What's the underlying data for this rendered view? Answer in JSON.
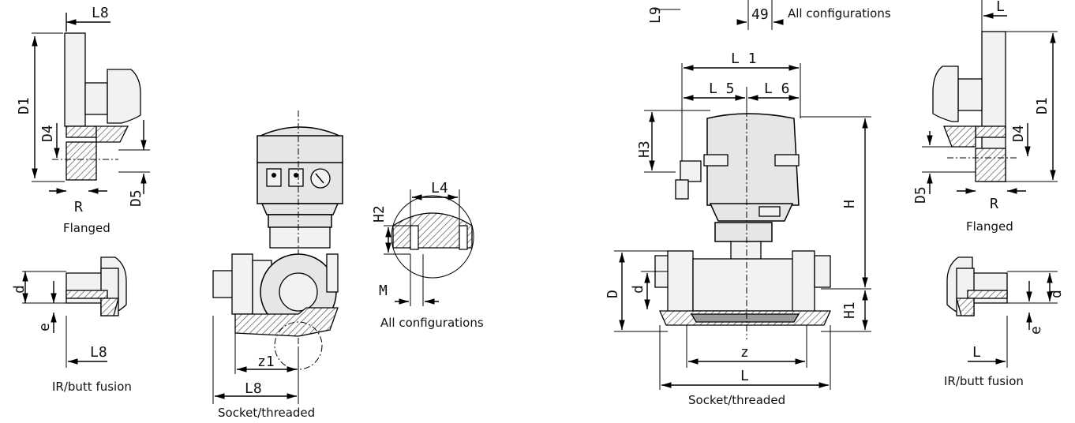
{
  "captions": {
    "flanged_left": "Flanged",
    "ir_butt_left": "IR/butt fusion",
    "socket_left": "Socket/threaded",
    "all_config_left": "All configurations",
    "all_config_top": "All configurations",
    "socket_right": "Socket/threaded",
    "flanged_right": "Flanged",
    "ir_butt_right": "IR/butt fusion"
  },
  "dims": {
    "L8_top": "L8",
    "D1_left": "D1",
    "D4_left": "D4",
    "D5_left": "D5",
    "R_left": "R",
    "d_left": "d",
    "e_left": "e",
    "L8_ir": "L8",
    "z1": "z1",
    "L8_socket": "L8",
    "L4": "L4",
    "H2": "H2",
    "M": "M",
    "L9": "L9",
    "v49": "49",
    "L1": "L 1",
    "L5": "L 5",
    "L6": "L 6",
    "H3": "H3",
    "H": "H",
    "H1": "H1",
    "D_right": "D",
    "d_right": "d",
    "z": "z",
    "L_right": "L",
    "L_top_right": "L",
    "D1_right": "D1",
    "D4_right": "D4",
    "D5_right": "D5",
    "R_right": "R",
    "d_far": "d",
    "e_far": "e",
    "L_far": "L"
  },
  "colors": {
    "line": "#000000",
    "fill": "#e6e6e6",
    "hatch": "#555555"
  },
  "icons": [
    "gauge-icon",
    "indicator-icon"
  ]
}
